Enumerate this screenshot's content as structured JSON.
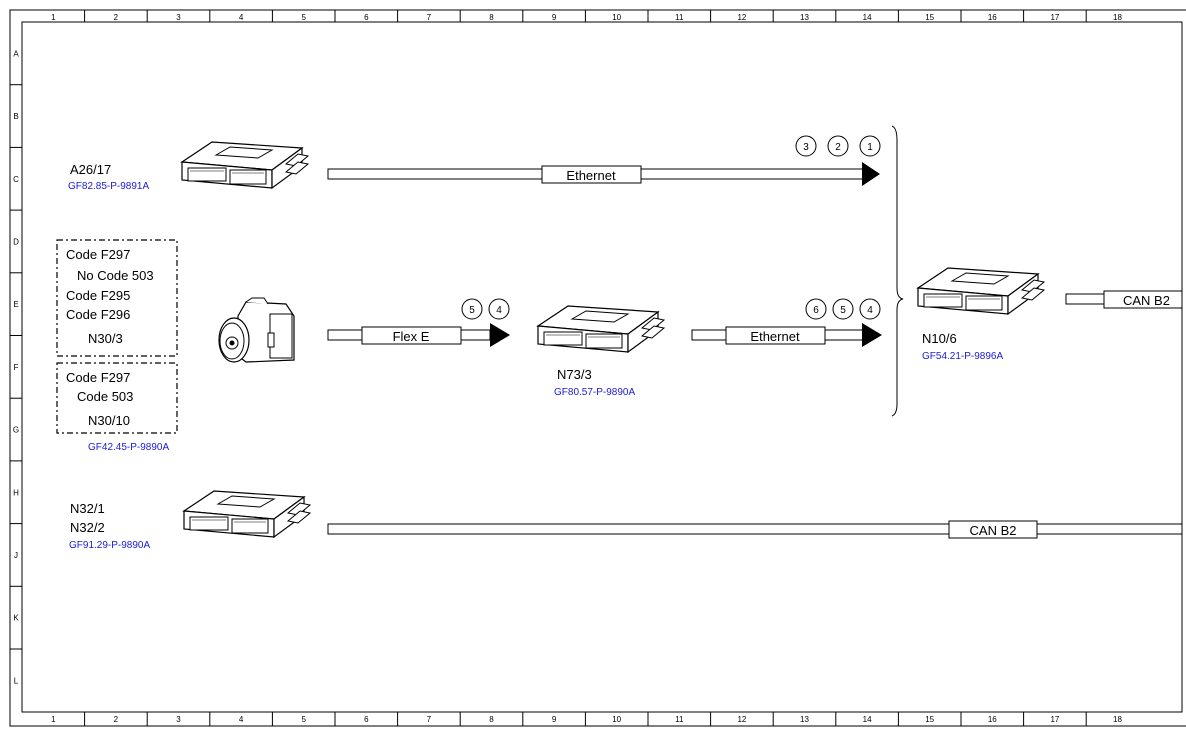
{
  "grid": {
    "columns": [
      "1",
      "2",
      "3",
      "4",
      "5",
      "6",
      "7",
      "8",
      "9",
      "10",
      "11",
      "12",
      "13",
      "14",
      "15",
      "16",
      "17",
      "18"
    ],
    "rows": [
      "A",
      "B",
      "C",
      "D",
      "E",
      "F",
      "G",
      "H",
      "J",
      "K",
      "L"
    ]
  },
  "components": {
    "a26_17": {
      "name": "A26/17",
      "ref": "GF82.85-P-9891A"
    },
    "n73_3": {
      "name": "N73/3",
      "ref": "GF80.57-P-9890A"
    },
    "n10_6": {
      "name": "N10/6",
      "ref": "GF54.21-P-9896A"
    },
    "n32": {
      "name_1": "N32/1",
      "name_2": "N32/2",
      "ref": "GF91.29-P-9890A"
    },
    "camera": {
      "ref": "GF42.45-P-9890A"
    }
  },
  "code_box_1": {
    "lines": [
      "Code F297",
      "No Code 503",
      "Code F295",
      "Code F296"
    ],
    "name": "N30/3"
  },
  "code_box_2": {
    "lines": [
      "Code F297",
      "Code 503"
    ],
    "name": "N30/10"
  },
  "buses": {
    "ethernet_top": "Ethernet",
    "flex_e": "Flex E",
    "ethernet_mid": "Ethernet",
    "can_b2_right": "CAN B2",
    "can_b2_bottom": "CAN B2"
  },
  "markers": {
    "top": [
      "3",
      "2",
      "1"
    ],
    "flex": [
      "5",
      "4"
    ],
    "mid": [
      "6",
      "5",
      "4"
    ]
  }
}
